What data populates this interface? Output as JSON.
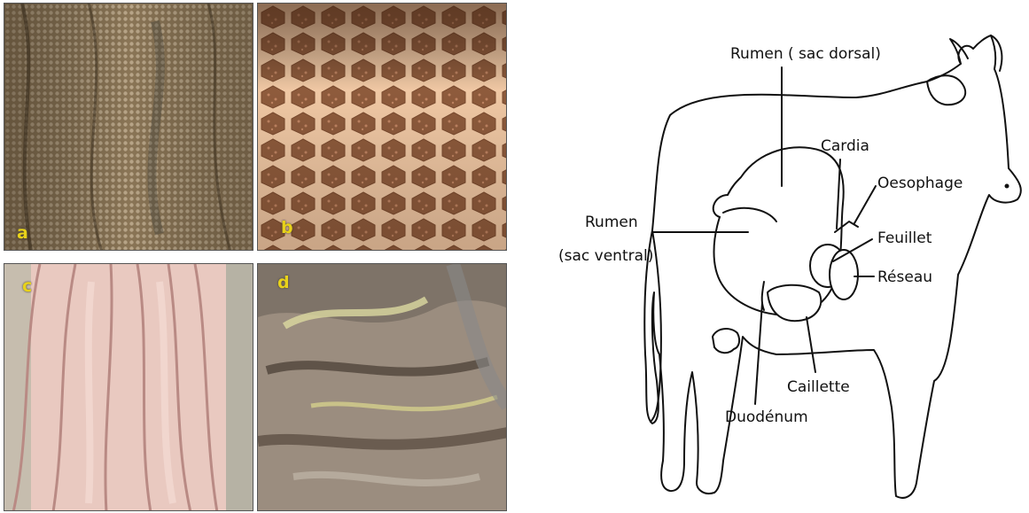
{
  "photos": {
    "a": {
      "label": "a"
    },
    "b": {
      "label": "b"
    },
    "c": {
      "label": "c"
    },
    "d": {
      "label": "d"
    }
  },
  "diagram": {
    "labels": {
      "rumen_dorsal": "Rumen ( sac dorsal)",
      "cardia": "Cardia",
      "oesophage": "Oesophage",
      "rumen_ventral_1": "Rumen",
      "rumen_ventral_2": "(sac ventral)",
      "feuillet": "Feuillet",
      "reseau": "Réseau",
      "caillette": "Caillette",
      "duodenum": "Duodénum"
    }
  }
}
